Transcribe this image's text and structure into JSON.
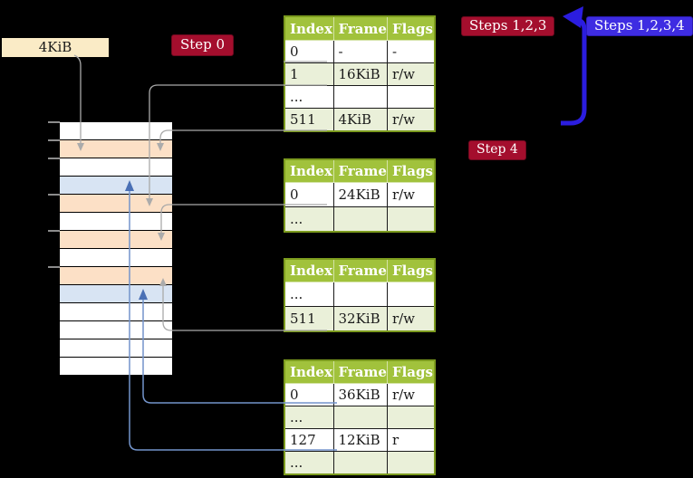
{
  "page_size_label": "4KiB",
  "badges": {
    "step0": "Step 0",
    "steps123": "Steps 1,2,3",
    "steps1234": "Steps 1,2,3,4",
    "step4": "Step 4"
  },
  "memory": {
    "description": "column of physical memory frames with address ticks",
    "rows": [
      "white",
      "orange",
      "white",
      "blue",
      "orange",
      "white",
      "orange",
      "white",
      "orange",
      "blue",
      "white",
      "white",
      "white",
      "white"
    ],
    "tick_count": 6
  },
  "tables": {
    "t1": {
      "header": [
        "Index",
        "Frame",
        "Flags"
      ],
      "rows": [
        {
          "cells": [
            "0",
            "-",
            "-"
          ]
        },
        {
          "cells": [
            "1",
            "16KiB",
            "r/w"
          ]
        },
        {
          "cells": [
            "...",
            "",
            ""
          ]
        },
        {
          "cells": [
            "511",
            "4KiB",
            "r/w"
          ],
          "highlighted": true
        }
      ]
    },
    "t2": {
      "header": [
        "Index",
        "Frame",
        "Flags"
      ],
      "rows": [
        {
          "cells": [
            "0",
            "24KiB",
            "r/w"
          ]
        },
        {
          "cells": [
            "...",
            "",
            ""
          ]
        }
      ]
    },
    "t3": {
      "header": [
        "Index",
        "Frame",
        "Flags"
      ],
      "rows": [
        {
          "cells": [
            "...",
            "",
            ""
          ]
        },
        {
          "cells": [
            "511",
            "32KiB",
            "r/w"
          ]
        }
      ]
    },
    "t4": {
      "header": [
        "Index",
        "Frame",
        "Flags"
      ],
      "rows": [
        {
          "cells": [
            "0",
            "36KiB",
            "r/w"
          ]
        },
        {
          "cells": [
            "...",
            "",
            ""
          ]
        },
        {
          "cells": [
            "127",
            "12KiB",
            "r"
          ]
        },
        {
          "cells": [
            "...",
            "",
            ""
          ]
        }
      ]
    }
  },
  "colors": {
    "background": "#000000",
    "table_header_green": "#A1C23C",
    "table_alt_row_green": "#EAF0D9",
    "highlight_yellow": "#FFFF9D",
    "badge_red": "#A40E2D",
    "badge_blue": "#3E2CE2",
    "big_arrow_blue": "#2B1DDF",
    "connector_gray": "#A9A9A9",
    "connector_blue": "#7394CB",
    "frame_orange": "#FCE0C6",
    "frame_blue": "#D8E4F3",
    "label_box_cream": "#FAEBC6"
  }
}
